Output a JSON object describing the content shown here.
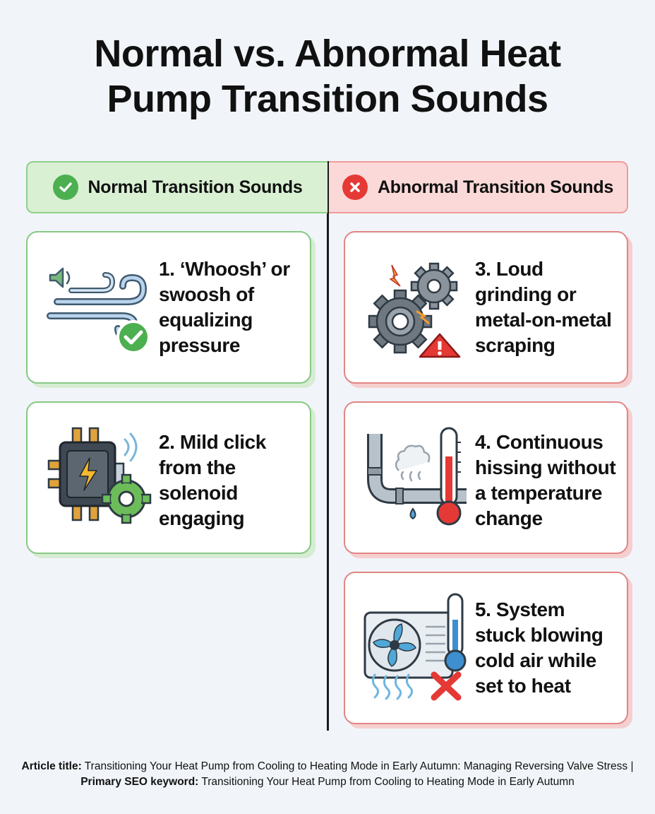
{
  "title_line1": "Normal vs. Abnormal Heat",
  "title_line2": "Pump Transition Sounds",
  "columns": {
    "normal": {
      "header": "Normal Transition Sounds",
      "accent": "#4caf50"
    },
    "abnormal": {
      "header": "Abnormal Transition Sounds",
      "accent": "#e53935"
    }
  },
  "cards": [
    {
      "lines": [
        "1. ‘Whoosh’ or",
        "swoosh of",
        "equalizing",
        "pressure"
      ],
      "icon": "wind-swoosh-icon"
    },
    {
      "lines": [
        "2. Mild click",
        "from the",
        "solenoid",
        "engaging"
      ],
      "icon": "solenoid-valve-icon"
    },
    {
      "lines": [
        "3. Loud",
        "grinding or",
        "metal-on-metal",
        "scraping"
      ],
      "icon": "grinding-gears-icon"
    },
    {
      "lines": [
        "4. Continuous",
        "hissing without",
        "a temperature",
        "change"
      ],
      "icon": "leaking-pipe-icon"
    },
    {
      "lines": [
        "5. System",
        "stuck blowing",
        "cold air while",
        "set to heat"
      ],
      "icon": "cold-air-unit-icon"
    }
  ],
  "footer": {
    "article_label": "Article title:",
    "article_text": " Transitioning Your Heat Pump from Cooling to Heating Mode in Early Autumn: Managing Reversing Valve Stress | ",
    "keyword_label": "Primary SEO keyword:",
    "keyword_text": " Transitioning Your Heat Pump from Cooling to Heating Mode in Early Autumn"
  }
}
